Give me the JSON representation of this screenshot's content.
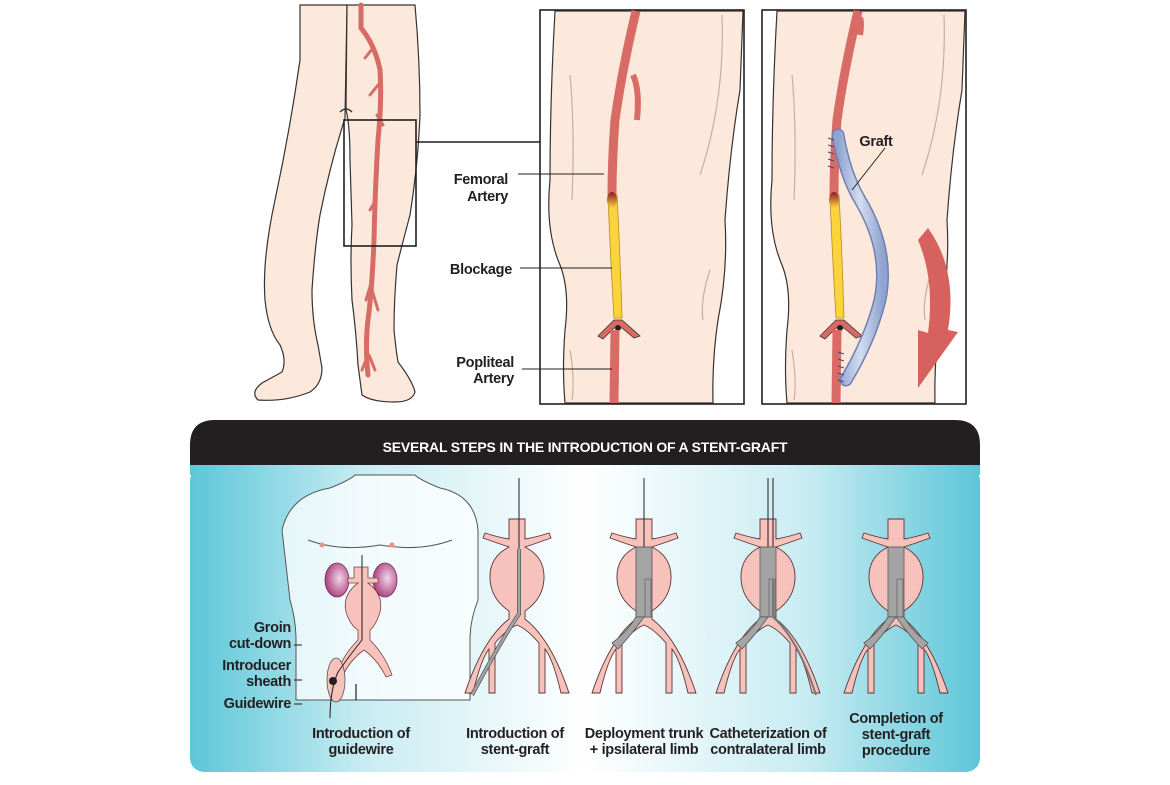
{
  "colors": {
    "skin": "#fde8dc",
    "artery": "#d96b66",
    "artery_dark": "#8c1a2a",
    "blockage": "#fbd33a",
    "graft": "#a9b9dc",
    "arrow": "#d6615f",
    "banner": "#231f20",
    "panel_edge": "#5cc6d8",
    "aorta": "#f7c2bb",
    "stent": "#a4a4a4",
    "kidney": "#b04c86"
  },
  "top_labels": {
    "femoral_line1": "Femoral",
    "femoral_line2": "Artery",
    "blockage": "Blockage",
    "popliteal_line1": "Popliteal",
    "popliteal_line2": "Artery",
    "graft": "Graft"
  },
  "banner": {
    "title": "SEVERAL STEPS IN THE INTRODUCTION OF A STENT-GRAFT"
  },
  "torso_labels": {
    "groin_line1": "Groin",
    "groin_line2": "cut-down",
    "sheath_line1": "Introducer",
    "sheath_line2": "sheath",
    "guidewire": "Guidewire"
  },
  "steps": [
    {
      "line1": "Introduction of",
      "line2": "guidewire",
      "line3": ""
    },
    {
      "line1": "Introduction of",
      "line2": "stent-graft",
      "line3": ""
    },
    {
      "line1": "Deployment trunk",
      "line2": "+ ipsilateral limb",
      "line3": ""
    },
    {
      "line1": "Catheterization of",
      "line2": "contralateral limb",
      "line3": ""
    },
    {
      "line1": "Completion of",
      "line2": "stent-graft",
      "line3": "procedure"
    }
  ]
}
